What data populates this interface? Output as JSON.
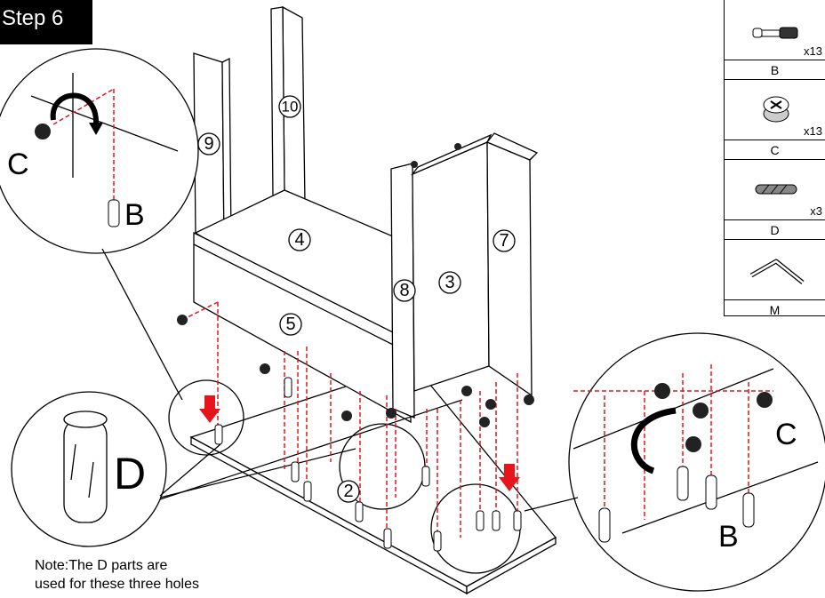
{
  "step": {
    "label": "Step 6"
  },
  "note": {
    "line1": "Note:The D parts are",
    "line2": "used for these three holes"
  },
  "parts": [
    {
      "id": "B",
      "qty": "x13",
      "icon": "cam-bolt-icon"
    },
    {
      "id": "C",
      "qty": "x13",
      "icon": "cam-lock-icon"
    },
    {
      "id": "D",
      "qty": "x3",
      "icon": "wood-dowel-icon"
    },
    {
      "id": "M",
      "qty": "",
      "icon": "allen-key-icon"
    }
  ],
  "panels": {
    "p2": "2",
    "p3": "3",
    "p4": "4",
    "p5": "5",
    "p7": "7",
    "p8": "8",
    "p9": "9",
    "p10": "10"
  },
  "callouts": {
    "left_c": "C",
    "left_b": "B",
    "right_c": "C",
    "right_b": "B",
    "dowel_d": "D"
  },
  "colors": {
    "guide_line": "#e8141c",
    "ink": "#000000"
  }
}
